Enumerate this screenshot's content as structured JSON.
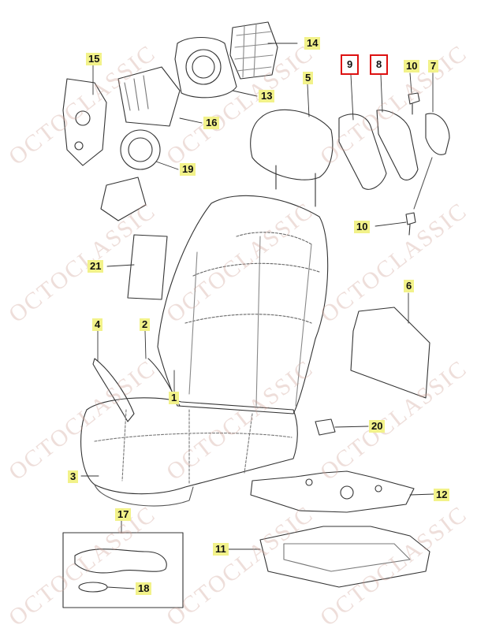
{
  "watermark": "OCTOCLASSIC",
  "colors": {
    "label_bg": "#f2f28a",
    "highlight_border": "#dd1111",
    "line": "#333333"
  },
  "labels": {
    "p1": "1",
    "p2": "2",
    "p3": "3",
    "p4": "4",
    "p5": "5",
    "p6": "6",
    "p7": "7",
    "p8": "8",
    "p9": "9",
    "p10a": "10",
    "p10b": "10",
    "p11": "11",
    "p12": "12",
    "p13": "13",
    "p14": "14",
    "p15": "15",
    "p16": "16",
    "p17": "17",
    "p18": "18",
    "p19": "19",
    "p20": "20",
    "p21": "21"
  }
}
